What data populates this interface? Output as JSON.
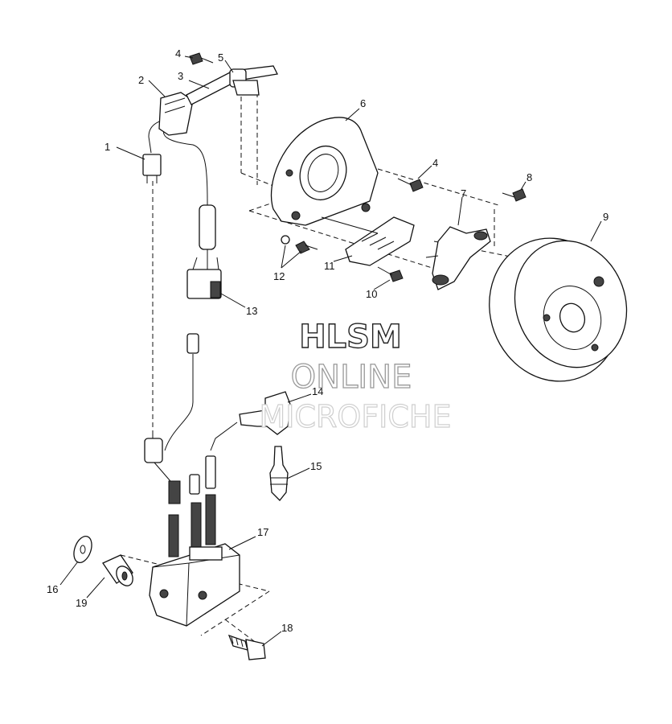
{
  "watermark": {
    "line1": "HLSM",
    "line2": "ONLINE",
    "line3": "MICROFICHE"
  },
  "callouts": [
    "1",
    "2",
    "3",
    "4",
    "5",
    "6",
    "4",
    "8",
    "7",
    "9",
    "11",
    "12",
    "10",
    "13",
    "14",
    "15",
    "17",
    "16",
    "19",
    "18"
  ]
}
